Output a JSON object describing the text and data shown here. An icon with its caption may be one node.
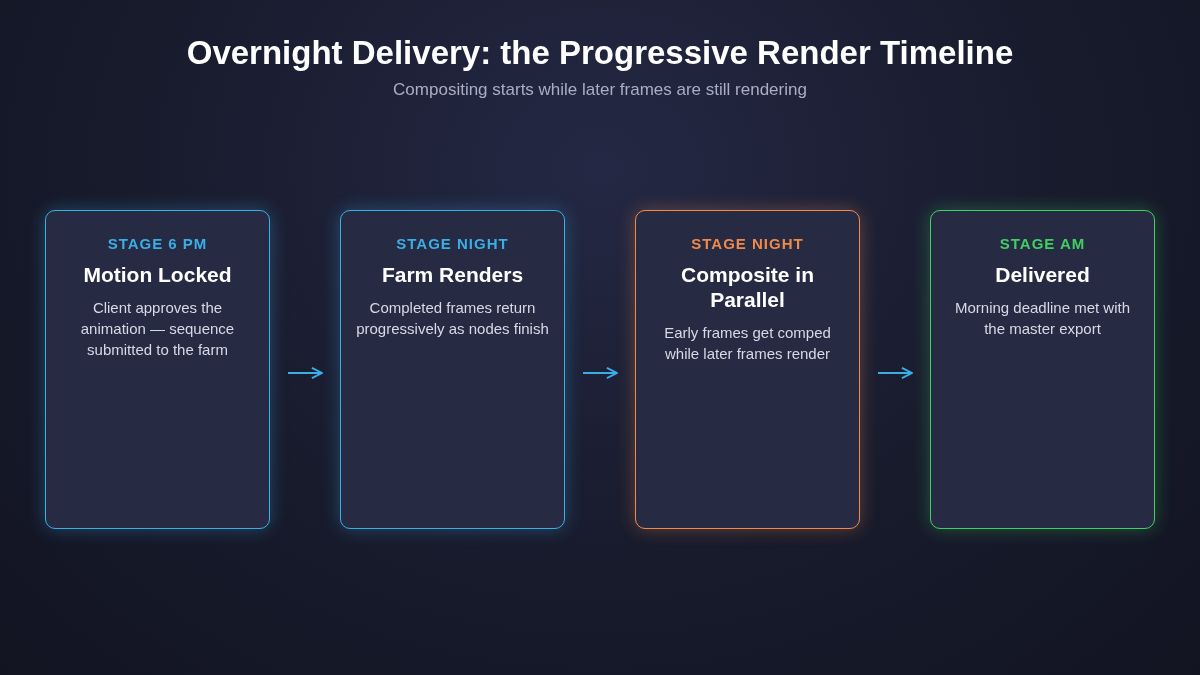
{
  "diagram": {
    "title": "Overnight Delivery: the **Progressive Render Timeline**",
    "nodes": [
      {
        "text": [
          "STAGE 6 PM",
          "Motion Locked",
          "Client approves the animation — sequence submitted to the farm"
        ]
      },
      {
        "text": [
          "STAGE NIGHT",
          "Farm Renders",
          "Completed frames return progressively as nodes finish"
        ]
      },
      {
        "text": [
          "STAGE NIGHT",
          "Composite in Parallel",
          "Early frames get comped while later frames render"
        ]
      },
      {
        "text": [
          "STAGE AM",
          "Delivered",
          "Morning deadline met with the master export"
        ]
      }
    ],
    "edges": [
      {
        "from": 0,
        "to": 1,
        "arrow": "to"
      },
      {
        "from": 1,
        "to": 2,
        "arrow": "to"
      },
      {
        "from": 2,
        "to": 3,
        "arrow": "to"
      }
    ],
    "labels": [
      "Compositing starts while later frames are still rendering"
    ]
  }
}
